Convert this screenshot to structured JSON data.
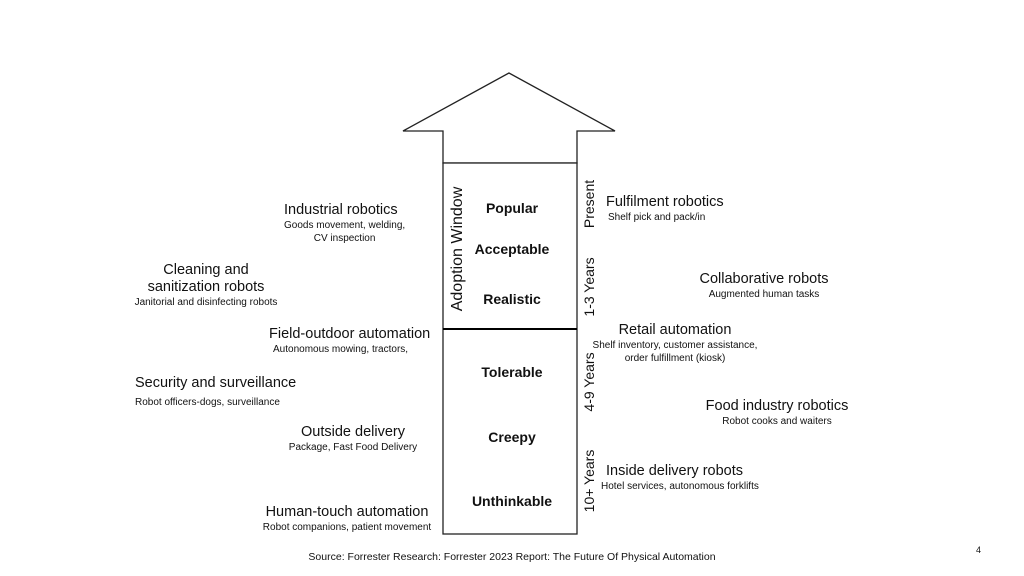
{
  "diagram": {
    "adoption_label": "Adoption Window",
    "levels": [
      "Popular",
      "Acceptable",
      "Realistic",
      "Tolerable",
      "Creepy",
      "Unthinkable"
    ],
    "timeframes": [
      "Present",
      "1-3 Years",
      "4-9 Years",
      "10+ Years"
    ],
    "left": [
      {
        "title": "Industrial robotics",
        "sub": "Goods movement, welding,",
        "sub2": "CV inspection"
      },
      {
        "title": "Cleaning and",
        "title2": "sanitization robots",
        "sub": "Janitorial and disinfecting robots"
      },
      {
        "title": "Field-outdoor automation",
        "sub": "Autonomous mowing, tractors,"
      },
      {
        "title": "Security and surveillance",
        "sub": "Robot officers-dogs, surveillance"
      },
      {
        "title": "Outside delivery",
        "sub": "Package, Fast Food Delivery"
      },
      {
        "title": "Human-touch automation",
        "sub": "Robot companions, patient movement"
      }
    ],
    "right": [
      {
        "title": "Fulfilment robotics",
        "sub": "Shelf pick and pack/in"
      },
      {
        "title": "Collaborative robots",
        "sub": "Augmented human tasks"
      },
      {
        "title": "Retail automation",
        "sub": "Shelf inventory, customer assistance,",
        "sub2": "order fulfillment (kiosk)"
      },
      {
        "title": "Food industry robotics",
        "sub": "Robot cooks and waiters"
      },
      {
        "title": "Inside delivery robots",
        "sub": "Hotel services, autonomous forklifts"
      }
    ]
  },
  "footer": {
    "source": "Source: Forrester Research: Forrester 2023 Report: The Future Of Physical Automation",
    "page_number": "4"
  }
}
